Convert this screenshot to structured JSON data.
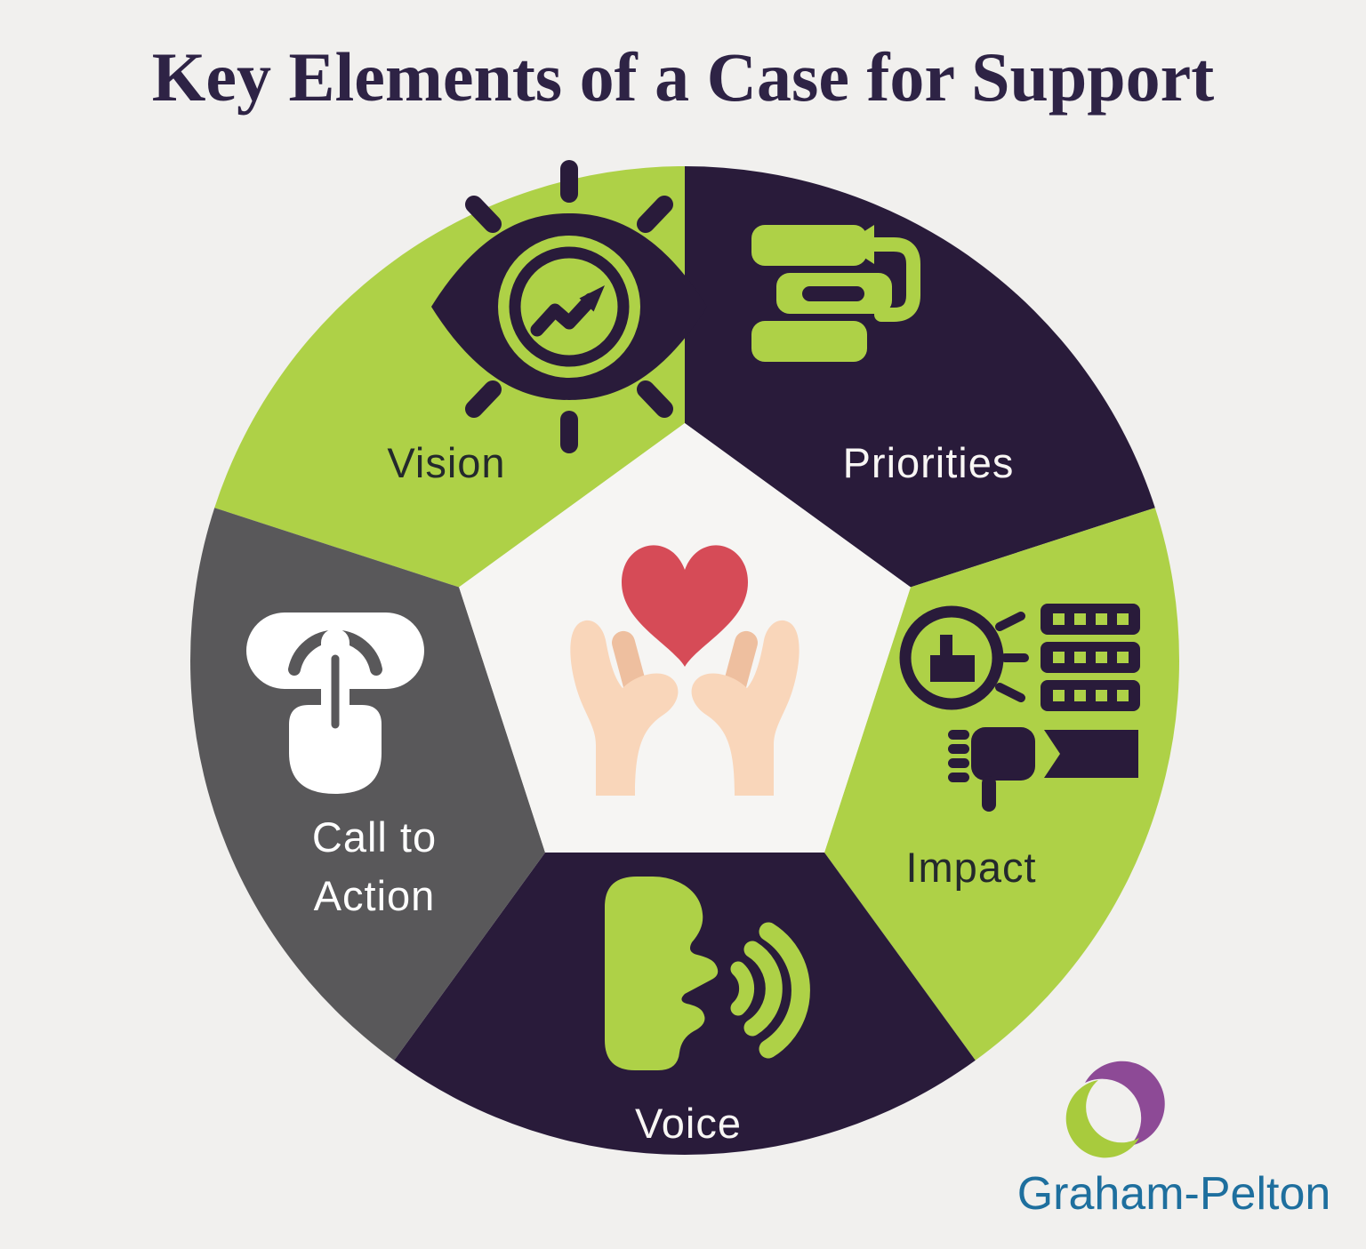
{
  "title": "Key Elements of a Case for Support",
  "wheel": {
    "center_icon": "hands-holding-heart",
    "segments": [
      {
        "id": "vision",
        "label": "Vision",
        "icon": "eye-trend-icon",
        "color": "#aed147",
        "text_color": "#24292c"
      },
      {
        "id": "priorities",
        "label": "Priorities",
        "icon": "workflow-undo-icon",
        "color": "#291b3a",
        "text_color": "#f8f6f4"
      },
      {
        "id": "impact",
        "label": "Impact",
        "icon": "impact-review-icon",
        "color": "#aed147",
        "text_color": "#24292c"
      },
      {
        "id": "voice",
        "label": "Voice",
        "icon": "speaking-face-icon",
        "color": "#291b3a",
        "text_color": "#f8f6f4"
      },
      {
        "id": "call_to_action",
        "label": "Call to Action",
        "line1": "Call to",
        "line2": "Action",
        "icon": "tap-click-icon",
        "color": "#59585a",
        "text_color": "#ffffff"
      }
    ]
  },
  "logo": {
    "company": "Graham-Pelton",
    "mark": "double-crescent-swirl"
  },
  "colors": {
    "background": "#f1f0ee",
    "center_pentagon": "#f6f5f3",
    "green": "#aed147",
    "dark_purple": "#291b3a",
    "gray": "#59585a",
    "title_text": "#2e2345",
    "label_dark": "#24292c",
    "label_light": "#f8f6f4",
    "heart_red": "#d64b57",
    "hand_skin": "#f9d6ba",
    "hand_skin_shadow": "#eebf9f",
    "logo_blue": "#1e6f9e",
    "logo_purple": "#8d4a96",
    "logo_green": "#a8cb3d"
  }
}
